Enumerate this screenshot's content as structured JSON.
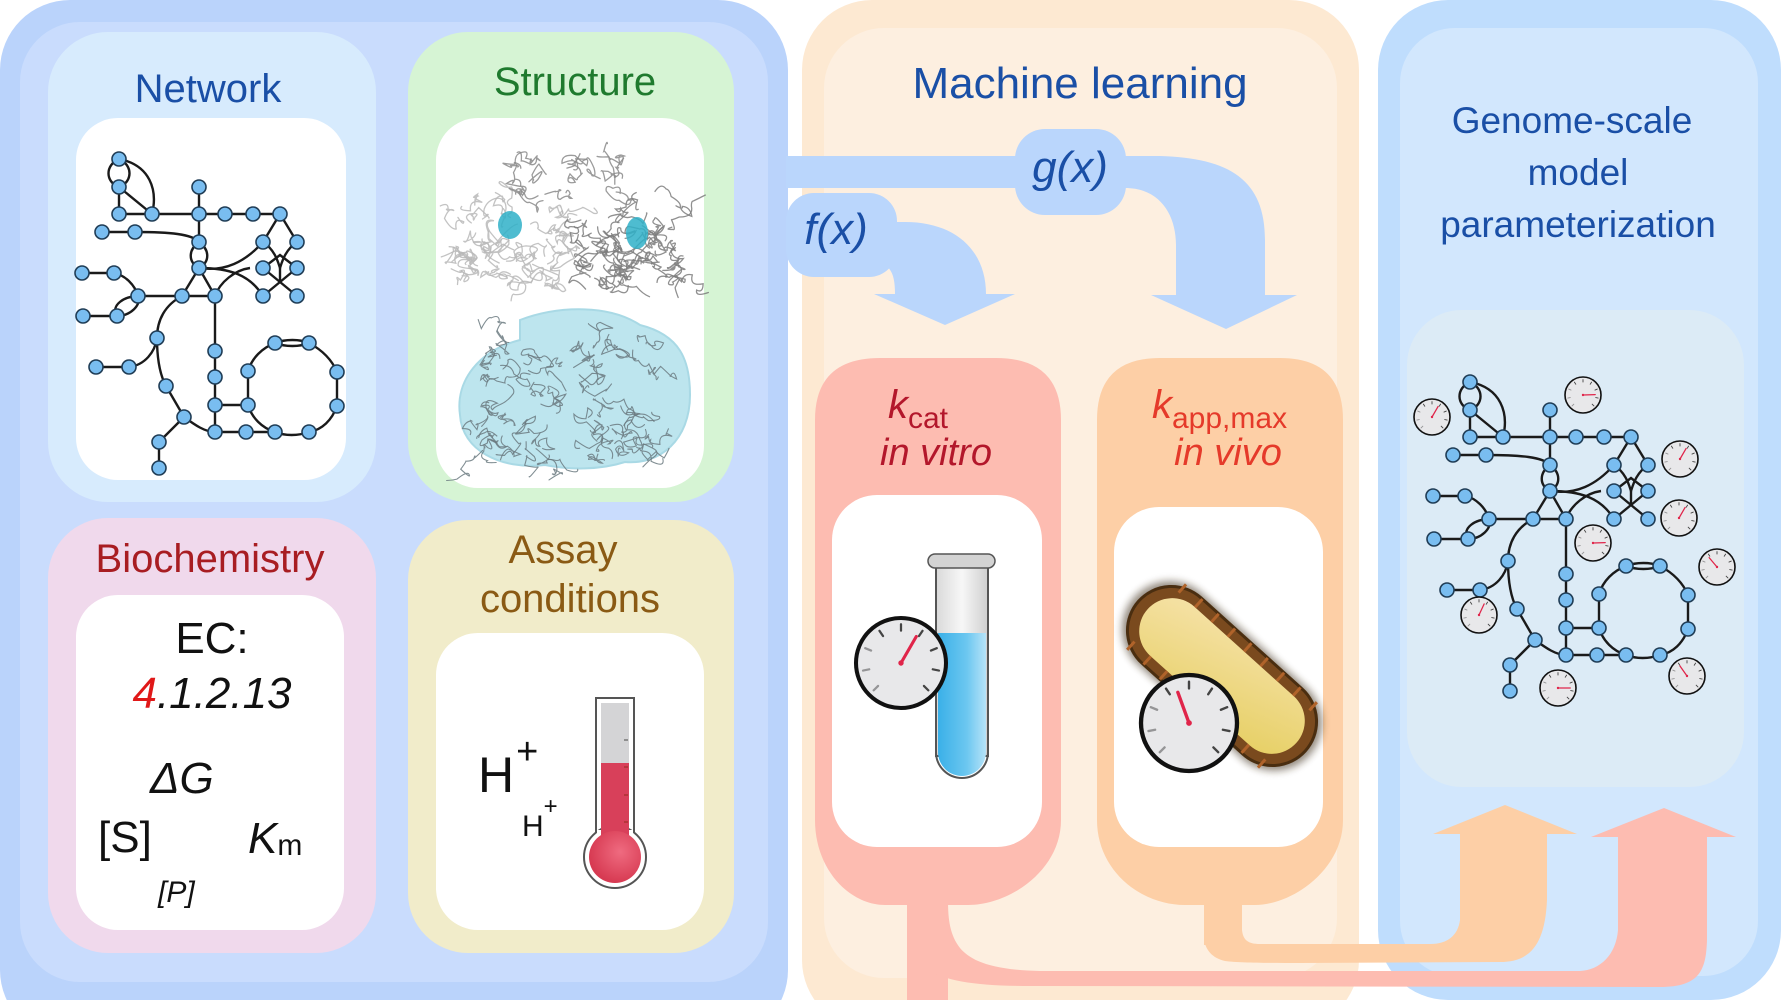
{
  "colors": {
    "left_outer": "#bad3fb",
    "left_inner": "#c9dcfd",
    "network_bg": "#d7ebfd",
    "structure_bg": "#d6f4d4",
    "biochem_bg": "#f0d9ec",
    "assay_bg": "#f1ecca",
    "ml_outer": "#fde9d2",
    "ml_inner": "#fdefe0",
    "kcat_bg": "#fdbcb1",
    "kapp_bg": "#fdcfa6",
    "gsm_outer": "#bfddfd",
    "gsm_inner": "#d2e7fd",
    "gsm_network_bg": "#dcebf6",
    "flow_blue": "#bad6fc",
    "title_blue": "#1a4fa6",
    "title_green": "#1f7a2e",
    "title_red": "#a81d22",
    "title_brown": "#8a5a14",
    "k_red_dark": "#b3172b",
    "k_red": "#e53a2a",
    "ec_red": "#e01818",
    "node_fill": "#79bdf0"
  },
  "left_panel": {
    "network": {
      "title": "Network"
    },
    "structure": {
      "title": "Structure"
    },
    "biochemistry": {
      "title": "Biochemistry",
      "ec_label": "EC:",
      "ec_first": "4",
      "ec_rest": ".1.2.13",
      "delta_g": "ΔG",
      "substrate": "[S]",
      "product": "[P]",
      "km_main": "K",
      "km_sub": "m"
    },
    "assay": {
      "title_line1": "Assay",
      "title_line2": "conditions",
      "proton_large": "H",
      "proton_small": "H",
      "charge": "+"
    }
  },
  "ml_panel": {
    "title": "Machine learning",
    "f_label": "f(x)",
    "g_label": "g(x)",
    "kcat": {
      "symbol": "k",
      "subscript": "cat",
      "context": "in vitro"
    },
    "kapp": {
      "symbol": "k",
      "subscript": "app,max",
      "context": "in vivo"
    }
  },
  "gsm_panel": {
    "title_lines": [
      "Genome-scale",
      "model",
      "parameterization"
    ]
  }
}
